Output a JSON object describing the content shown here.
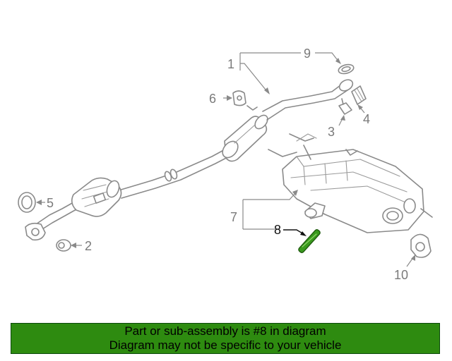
{
  "diagram": {
    "callouts": {
      "c1": "1",
      "c2": "2",
      "c3": "3",
      "c4": "4",
      "c5": "5",
      "c6": "6",
      "c7": "7",
      "c8": "8",
      "c9": "9",
      "c10": "10"
    },
    "highlight_color": "#3a9a1e",
    "line_color": "#8a8a8a"
  },
  "banner": {
    "line1": "Part or sub-assembly is #8 in diagram",
    "line2": "Diagram may not be specific to your vehicle",
    "background": "#2e8b10"
  }
}
